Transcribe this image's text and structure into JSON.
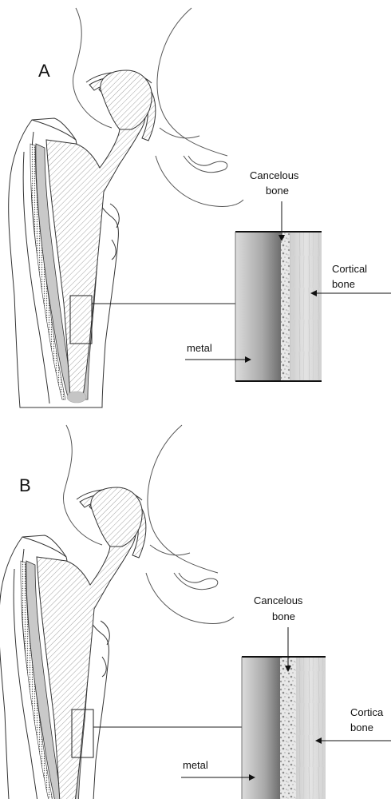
{
  "panels": [
    {
      "letter": "A",
      "cancelous_line1": "Cancelous",
      "cancelous_line2": "bone",
      "cortical_line1": "Cortical",
      "cortical_line2": "bone",
      "metal": "metal"
    },
    {
      "letter": "B",
      "cancelous_line1": "Cancelous",
      "cancelous_line2": "bone",
      "cortical_line1": "Cortica",
      "cortical_line2": "bone",
      "metal": "metal"
    }
  ],
  "colors": {
    "metal_dark": "#7a7a7a",
    "metal_light": "#dedede",
    "cancelous": "#d9d9d9",
    "cortical": "#d6d6d6",
    "stem_fill": "#e6e6e6"
  }
}
